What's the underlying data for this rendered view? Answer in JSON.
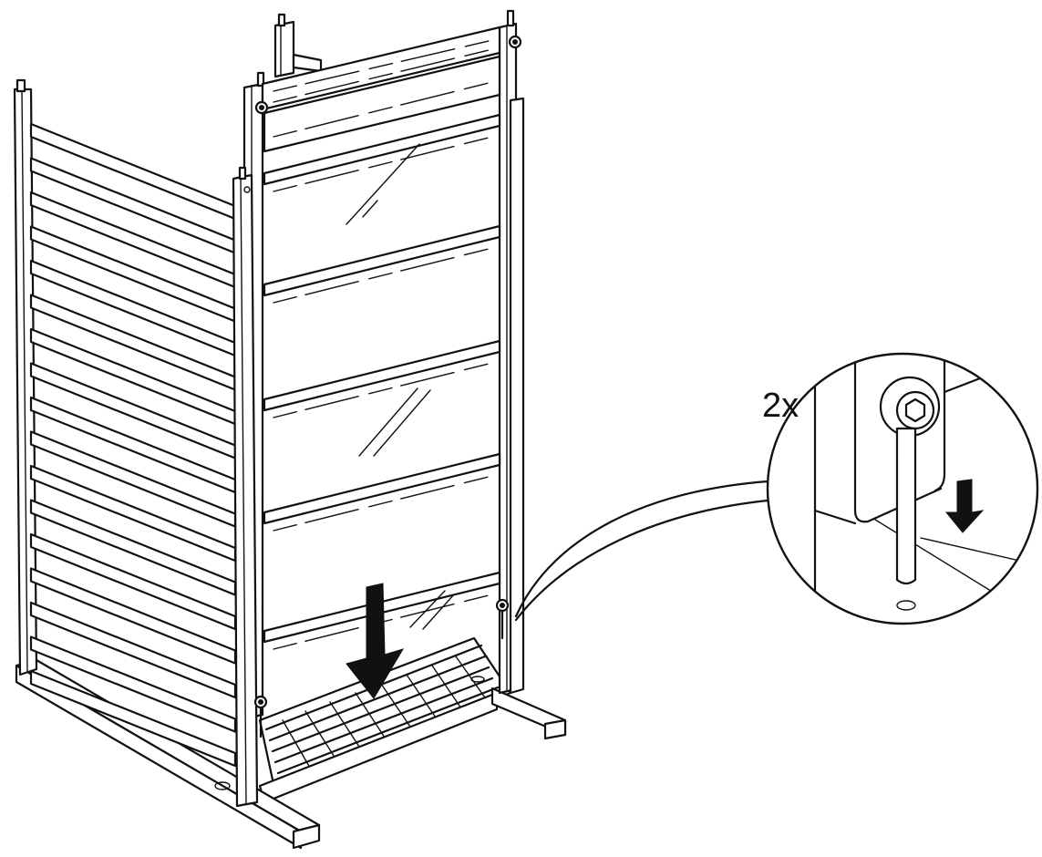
{
  "step": {
    "quantity_label": "2x",
    "icons": {
      "push_arrow": "down-arrow-icon",
      "detail_arrow": "down-arrow-icon",
      "detail": "magnifier-callout",
      "fastener": "locking-pin"
    },
    "colors": {
      "ink": "#111111",
      "paper": "#ffffff"
    }
  }
}
